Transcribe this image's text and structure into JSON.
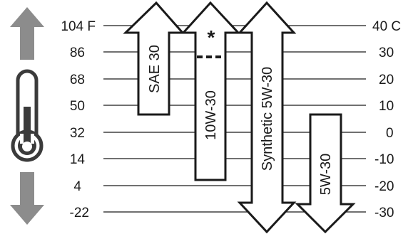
{
  "fahrenheit_scale": [
    "104 F",
    "86",
    "68",
    "50",
    "32",
    "14",
    "4",
    "-22"
  ],
  "celsius_scale": [
    "40 C",
    "30",
    "20",
    "10",
    "0",
    "-10",
    "-20",
    "-30"
  ],
  "oils": {
    "sae30": {
      "label": "SAE 30"
    },
    "w10_30": {
      "label": "10W-30",
      "note_marker": "*"
    },
    "synthetic_5w30": {
      "label": "Synthetic 5W-30"
    },
    "w5_30": {
      "label": "5W-30"
    }
  },
  "icons": {
    "up": "arrow-up-icon",
    "thermometer": "thermometer-icon",
    "down": "arrow-down-icon"
  },
  "colors": {
    "line": "#1a1a1a",
    "icon_gray": "#8c8c8c",
    "icon_dark": "#3b3b3b"
  }
}
